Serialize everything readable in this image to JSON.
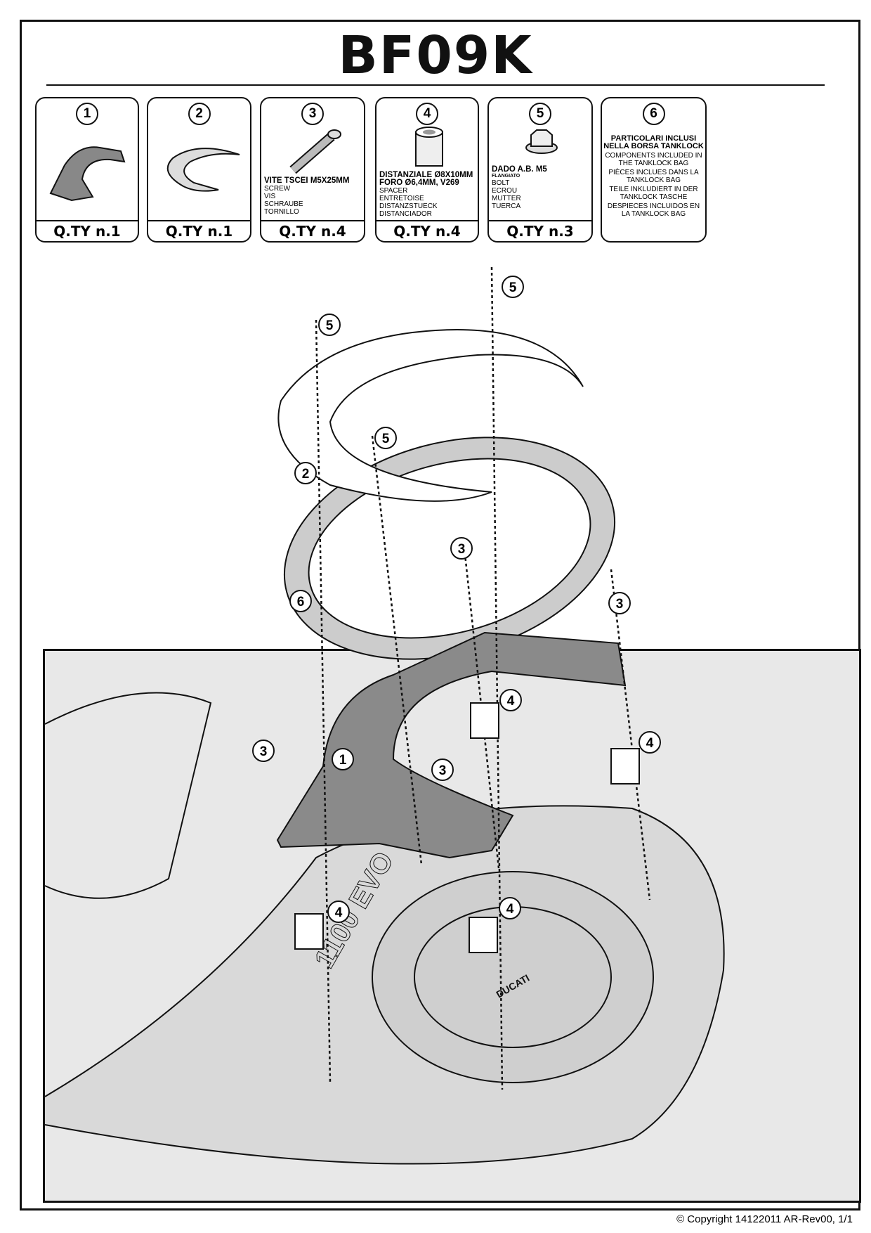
{
  "title": "BF09K",
  "parts": [
    {
      "num": "1",
      "qty": "Q.TY n.1"
    },
    {
      "num": "2",
      "qty": "Q.TY n.1"
    },
    {
      "num": "3",
      "qty": "Q.TY n.4",
      "name": "VITE TSCEI M5x25mm",
      "lines": [
        "SCREW",
        "VIS",
        "SCHRAUBE",
        "TORNILLO"
      ]
    },
    {
      "num": "4",
      "qty": "Q.TY n.4",
      "name": "DISTANZIALE Ø8x10mm",
      "name2": "Foro Ø6,4mm, V269",
      "lines": [
        "SPACER",
        "ENTRETOISE",
        "DISTANZSTUECK",
        "DISTANCIADOR"
      ]
    },
    {
      "num": "5",
      "qty": "Q.TY n.3",
      "name": "DADO A.B. M5",
      "sub": "FLANGIATO",
      "lines": [
        "BOLT",
        "ECROU",
        "MUTTER",
        "TUERCA"
      ]
    },
    {
      "num": "6",
      "heading": "PARTICOLARI INCLUSI NELLA BORSA TANKLOCK",
      "lines": [
        "COMPONENTS INCLUDED IN THE TANKLOCK BAG",
        "PIÈCES INCLUES DANS LA TANKLOCK BAG",
        "TEILE INKLUDIERT IN DER TANKLOCK TASCHE",
        "DESPIECES INCLUIDOS EN LA TANKLOCK BAG"
      ]
    }
  ],
  "callouts": [
    "5",
    "5",
    "5",
    "2",
    "6",
    "3",
    "3",
    "4",
    "4",
    "3",
    "1",
    "3",
    "4",
    "4"
  ],
  "tank_marking": "1100 EVO",
  "brand_marking": "DUCATI",
  "copyright": "© Copyright 14122011 AR-Rev00, 1/1"
}
